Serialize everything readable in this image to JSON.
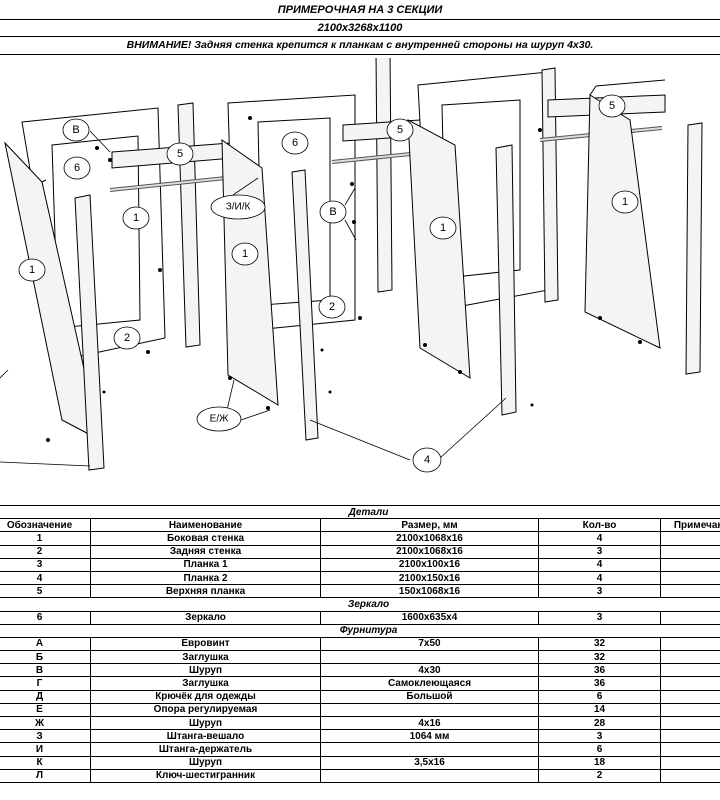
{
  "header": {
    "title": "ПРИМЕРОЧНАЯ НА 3 СЕКЦИИ",
    "dimensions": "2100х3268х1100",
    "warning": "ВНИМАНИЕ! Задняя стенка крепится к планкам с внутренней стороны на шуруп 4х30."
  },
  "diagram_labels": {
    "one": "1",
    "two": "2",
    "four": "4",
    "five": "5",
    "six": "6",
    "b": "В",
    "zik": "З/И/К",
    "ezh": "Е/Ж"
  },
  "table": {
    "columns": [
      "Обозначение",
      "Наименование",
      "Размер, мм",
      "Кол-во",
      "Примечание"
    ],
    "sections": [
      {
        "title": "Детали",
        "rows": [
          [
            "1",
            "Боковая стенка",
            "2100х1068х16",
            "4",
            ""
          ],
          [
            "2",
            "Задняя стенка",
            "2100х1068х16",
            "3",
            ""
          ],
          [
            "3",
            "Планка 1",
            "2100х100х16",
            "4",
            ""
          ],
          [
            "4",
            "Планка 2",
            "2100х150х16",
            "4",
            ""
          ],
          [
            "5",
            "Верхняя планка",
            "150х1068х16",
            "3",
            ""
          ]
        ]
      },
      {
        "title": "Зеркало",
        "rows": [
          [
            "6",
            "Зеркало",
            "1600х635х4",
            "3",
            ""
          ]
        ]
      },
      {
        "title": "Фурнитура",
        "rows": [
          [
            "А",
            "Евровинт",
            "7х50",
            "32",
            ""
          ],
          [
            "Б",
            "Заглушка",
            "",
            "32",
            ""
          ],
          [
            "В",
            "Шуруп",
            "4х30",
            "36",
            ""
          ],
          [
            "Г",
            "Заглушка",
            "Самоклеющаяся",
            "36",
            ""
          ],
          [
            "Д",
            "Крючёк для одежды",
            "Большой",
            "6",
            ""
          ],
          [
            "Е",
            "Опора регулируемая",
            "",
            "14",
            ""
          ],
          [
            "Ж",
            "Шуруп",
            "4х16",
            "28",
            ""
          ],
          [
            "З",
            "Штанга-вешало",
            "1064 мм",
            "3",
            ""
          ],
          [
            "И",
            "Штанга-держатель",
            "",
            "6",
            ""
          ],
          [
            "К",
            "Шуруп",
            "3,5х16",
            "18",
            ""
          ],
          [
            "Л",
            "Ключ-шестигранник",
            "",
            "2",
            ""
          ]
        ]
      }
    ]
  }
}
